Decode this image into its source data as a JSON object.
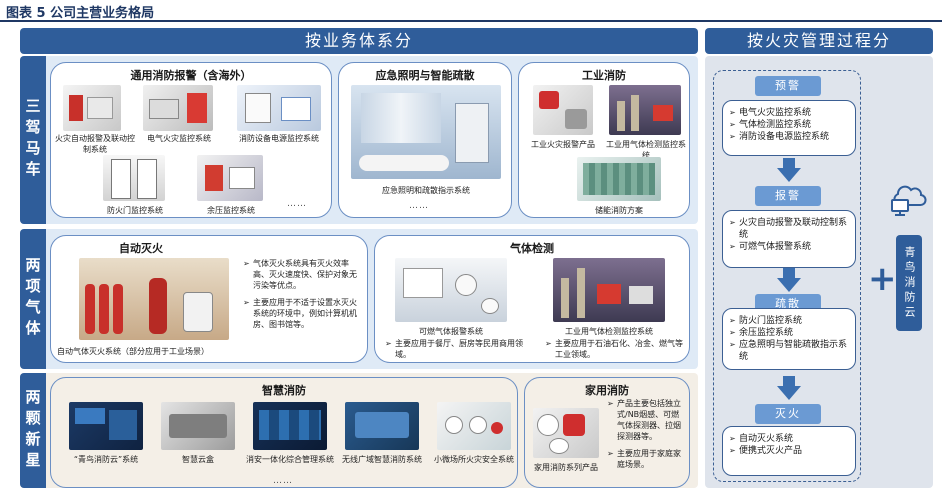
{
  "title": "图表 5 公司主营业务格局",
  "left_band": "按业务体系分",
  "right_band": "按火灾管理过程分",
  "rows": {
    "r1_label": "三驾马车",
    "r2_label": "两项气体",
    "r3_label": "两颗新星"
  },
  "p1": {
    "title": "通用消防报警（含海外）",
    "c1": "火灾自动报警及联动控制系统",
    "c2": "电气火灾监控系统",
    "c3": "消防设备电源监控系统",
    "c4": "防火门监控系统",
    "c5": "余压监控系统",
    "dots": "……"
  },
  "p2": {
    "title": "应急照明与智能疏散",
    "c1": "应急照明和疏散指示系统",
    "dots": "……"
  },
  "p3": {
    "title": "工业消防",
    "c1": "工业火灾报警产品",
    "c2": "工业用气体检测监控系统",
    "c3": "储能消防方案"
  },
  "p4": {
    "title": "自动灭火",
    "cap": "自动气体灭火系统（部分应用于工业场景）",
    "b1": "气体灭火系统具有灭火效率高、灭火速度快、保护对象无污染等优点。",
    "b2": "主要应用于不适于设置水灭火系统的环境中，例如计算机机房、图书馆等。"
  },
  "p5": {
    "title": "气体检测",
    "c1": "可燃气体报警系统",
    "c2": "工业用气体检测监控系统",
    "b1": "主要应用于餐厅、厨房等民用商用领域。",
    "b2": "主要应用于石油石化、冶金、燃气等工业领域。"
  },
  "p6": {
    "title": "智慧消防",
    "c1": "“青鸟消防云”系统",
    "c2": "智慧云盒",
    "c3": "消安一体化综合管理系统",
    "c4": "无线广域智慧消防系统",
    "c5": "小微场所火灾安全系统",
    "dots": "……"
  },
  "p7": {
    "title": "家用消防",
    "cap": "家用消防系列产品",
    "b1": "产品主要包括独立式/NB烟感、可燃气体探测器、拉烟探测器等。",
    "b2": "主要应用于家庭家庭场景。"
  },
  "stages": [
    {
      "name": "预警",
      "items": [
        "电气火灾监控系统",
        "气体检测监控系统",
        "消防设备电源监控系统"
      ]
    },
    {
      "name": "报警",
      "items": [
        "火灾自动报警及联动控制系统",
        "可燃气体报警系统"
      ]
    },
    {
      "name": "疏散",
      "items": [
        "防火门监控系统",
        "余压监控系统",
        "应急照明与智能疏散指示系统"
      ]
    },
    {
      "name": "灭火",
      "items": [
        "自动灭火系统",
        "便携式灭火产品"
      ]
    }
  ],
  "plus": "+",
  "qingniao_cloud": "青鸟消防云",
  "colors": {
    "accent": "#2f5d9a",
    "stage": "#6b9ad3",
    "panel_bg": "#dfeaf6",
    "beige_bg": "#f3eee6"
  }
}
